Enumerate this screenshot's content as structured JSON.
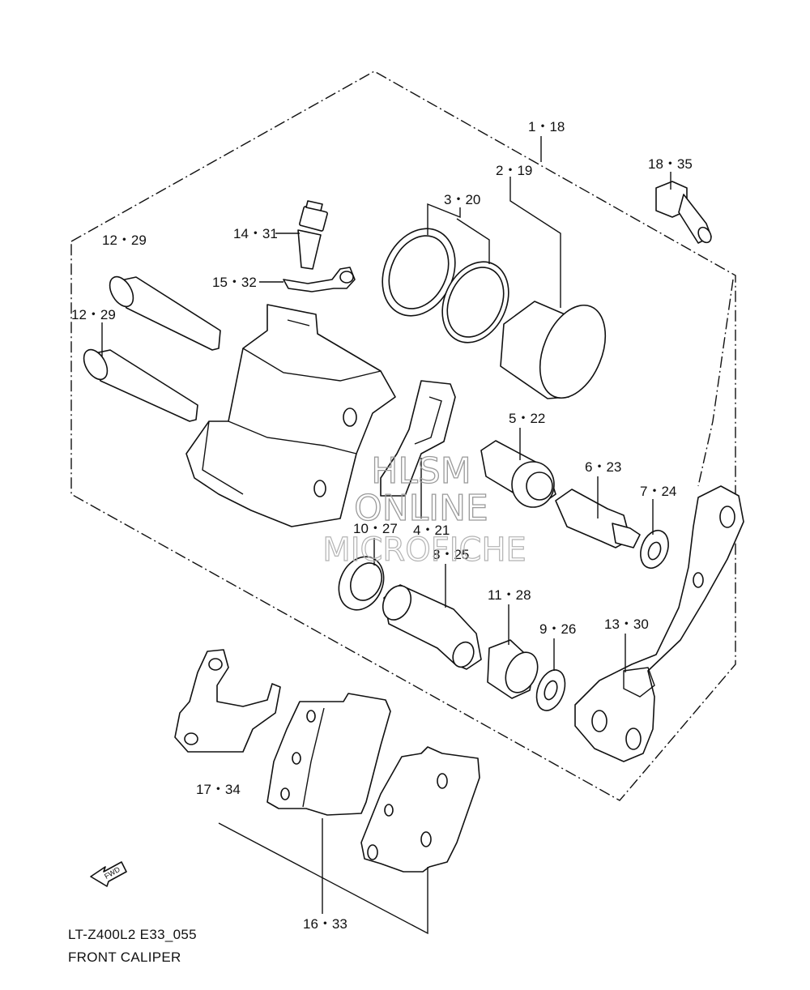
{
  "labels": {
    "p1": "1・18",
    "p2": "2・19",
    "p3": "3・20",
    "p4": "4・21",
    "p5": "5・22",
    "p6": "6・23",
    "p7": "7・24",
    "p8": "8・25",
    "p9": "9・26",
    "p10": "10・27",
    "p11": "11・28",
    "p12a": "12・29",
    "p12b": "12・29",
    "p13": "13・30",
    "p14": "14・31",
    "p15": "15・32",
    "p16": "16・33",
    "p17": "17・34",
    "p18": "18・35"
  },
  "watermark": {
    "line1": "HLSM",
    "line2": "ONLINE",
    "line3": "MICROFICHE"
  },
  "fwd_label": "FWD",
  "footer": {
    "code": "LT-Z400L2 E33_055",
    "title": "FRONT CALIPER"
  }
}
